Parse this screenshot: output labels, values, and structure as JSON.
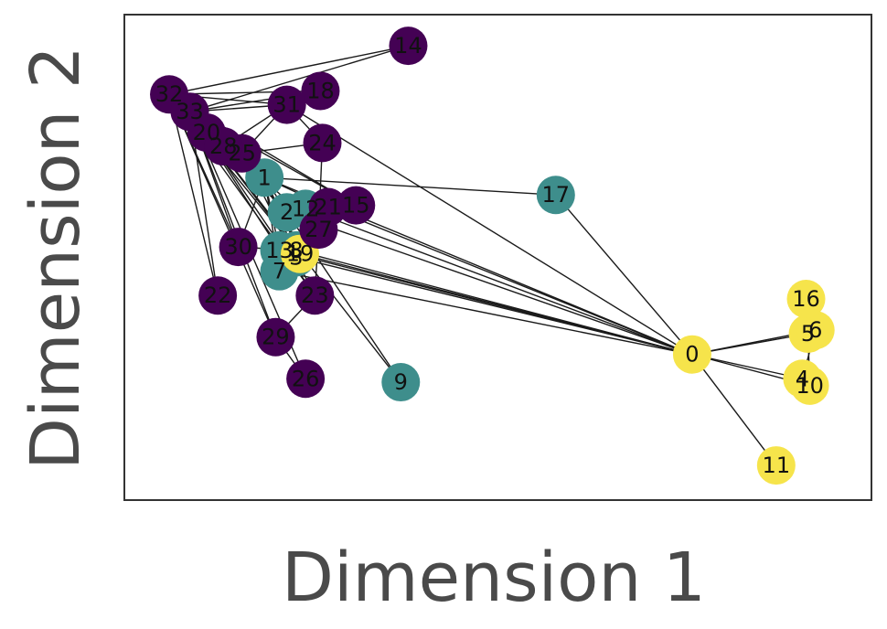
{
  "chart_data": {
    "type": "network-scatter",
    "xlabel": "Dimension 1",
    "ylabel": "Dimension 2",
    "xlim": [
      0,
      20
    ],
    "ylim": [
      0,
      14
    ],
    "ticks": "none",
    "grid": false,
    "legend": "none",
    "colors": {
      "purple": "#440154",
      "teal": "#3e8e8c",
      "yellow": "#f6e44b"
    },
    "nodes": [
      {
        "id": "0",
        "x": 15.2,
        "y": 4.2,
        "group": "yellow"
      },
      {
        "id": "1",
        "x": 3.75,
        "y": 9.3,
        "group": "teal"
      },
      {
        "id": "2",
        "x": 4.35,
        "y": 8.3,
        "group": "teal"
      },
      {
        "id": "3",
        "x": 4.6,
        "y": 7.0,
        "group": "teal"
      },
      {
        "id": "4",
        "x": 18.15,
        "y": 3.5,
        "group": "yellow"
      },
      {
        "id": "5",
        "x": 18.3,
        "y": 4.8,
        "group": "yellow"
      },
      {
        "id": "6",
        "x": 18.5,
        "y": 4.9,
        "group": "yellow"
      },
      {
        "id": "7",
        "x": 4.15,
        "y": 6.6,
        "group": "teal"
      },
      {
        "id": "8",
        "x": 4.6,
        "y": 7.2,
        "group": "teal"
      },
      {
        "id": "9",
        "x": 7.4,
        "y": 3.4,
        "group": "teal"
      },
      {
        "id": "10",
        "x": 18.35,
        "y": 3.3,
        "group": "yellow"
      },
      {
        "id": "11",
        "x": 17.45,
        "y": 1.0,
        "group": "yellow"
      },
      {
        "id": "12",
        "x": 4.85,
        "y": 8.4,
        "group": "teal"
      },
      {
        "id": "13",
        "x": 4.15,
        "y": 7.2,
        "group": "teal"
      },
      {
        "id": "14",
        "x": 7.6,
        "y": 13.1,
        "group": "purple"
      },
      {
        "id": "15",
        "x": 6.2,
        "y": 8.5,
        "group": "purple"
      },
      {
        "id": "16",
        "x": 18.25,
        "y": 5.8,
        "group": "yellow"
      },
      {
        "id": "17",
        "x": 11.55,
        "y": 8.8,
        "group": "teal"
      },
      {
        "id": "18",
        "x": 5.25,
        "y": 11.8,
        "group": "purple"
      },
      {
        "id": "19",
        "x": 4.7,
        "y": 7.1,
        "group": "yellow"
      },
      {
        "id": "20",
        "x": 2.2,
        "y": 10.6,
        "group": "purple"
      },
      {
        "id": "21",
        "x": 5.45,
        "y": 8.45,
        "group": "purple"
      },
      {
        "id": "22",
        "x": 2.5,
        "y": 5.9,
        "group": "purple"
      },
      {
        "id": "23",
        "x": 5.1,
        "y": 5.9,
        "group": "purple"
      },
      {
        "id": "24",
        "x": 5.3,
        "y": 10.3,
        "group": "purple"
      },
      {
        "id": "25",
        "x": 3.15,
        "y": 10.0,
        "group": "purple"
      },
      {
        "id": "26",
        "x": 4.85,
        "y": 3.5,
        "group": "purple"
      },
      {
        "id": "27",
        "x": 5.2,
        "y": 7.8,
        "group": "purple"
      },
      {
        "id": "28",
        "x": 2.65,
        "y": 10.2,
        "group": "purple"
      },
      {
        "id": "29",
        "x": 4.05,
        "y": 4.7,
        "group": "purple"
      },
      {
        "id": "30",
        "x": 3.05,
        "y": 7.3,
        "group": "purple"
      },
      {
        "id": "31",
        "x": 4.35,
        "y": 11.4,
        "group": "purple"
      },
      {
        "id": "32",
        "x": 1.2,
        "y": 11.7,
        "group": "purple"
      },
      {
        "id": "33",
        "x": 1.75,
        "y": 11.2,
        "group": "purple"
      }
    ],
    "edges": [
      [
        "0",
        "1"
      ],
      [
        "0",
        "2"
      ],
      [
        "0",
        "3"
      ],
      [
        "0",
        "4"
      ],
      [
        "0",
        "5"
      ],
      [
        "0",
        "6"
      ],
      [
        "0",
        "7"
      ],
      [
        "0",
        "8"
      ],
      [
        "0",
        "10"
      ],
      [
        "0",
        "11"
      ],
      [
        "0",
        "12"
      ],
      [
        "0",
        "13"
      ],
      [
        "0",
        "17"
      ],
      [
        "0",
        "19"
      ],
      [
        "0",
        "21"
      ],
      [
        "0",
        "31"
      ],
      [
        "1",
        "2"
      ],
      [
        "1",
        "3"
      ],
      [
        "1",
        "7"
      ],
      [
        "1",
        "13"
      ],
      [
        "1",
        "17"
      ],
      [
        "1",
        "19"
      ],
      [
        "1",
        "21"
      ],
      [
        "1",
        "30"
      ],
      [
        "2",
        "3"
      ],
      [
        "2",
        "7"
      ],
      [
        "2",
        "8"
      ],
      [
        "2",
        "9"
      ],
      [
        "2",
        "13"
      ],
      [
        "2",
        "27"
      ],
      [
        "2",
        "28"
      ],
      [
        "2",
        "32"
      ],
      [
        "3",
        "7"
      ],
      [
        "3",
        "12"
      ],
      [
        "3",
        "13"
      ],
      [
        "4",
        "6"
      ],
      [
        "4",
        "10"
      ],
      [
        "5",
        "6"
      ],
      [
        "5",
        "10"
      ],
      [
        "5",
        "16"
      ],
      [
        "6",
        "16"
      ],
      [
        "8",
        "30"
      ],
      [
        "8",
        "32"
      ],
      [
        "8",
        "33"
      ],
      [
        "9",
        "33"
      ],
      [
        "13",
        "33"
      ],
      [
        "14",
        "32"
      ],
      [
        "14",
        "33"
      ],
      [
        "15",
        "32"
      ],
      [
        "15",
        "33"
      ],
      [
        "18",
        "32"
      ],
      [
        "18",
        "33"
      ],
      [
        "19",
        "33"
      ],
      [
        "20",
        "32"
      ],
      [
        "20",
        "33"
      ],
      [
        "22",
        "32"
      ],
      [
        "22",
        "33"
      ],
      [
        "23",
        "25"
      ],
      [
        "23",
        "27"
      ],
      [
        "23",
        "29"
      ],
      [
        "23",
        "32"
      ],
      [
        "23",
        "33"
      ],
      [
        "24",
        "25"
      ],
      [
        "24",
        "27"
      ],
      [
        "24",
        "31"
      ],
      [
        "25",
        "31"
      ],
      [
        "26",
        "29"
      ],
      [
        "26",
        "33"
      ],
      [
        "27",
        "33"
      ],
      [
        "28",
        "31"
      ],
      [
        "28",
        "33"
      ],
      [
        "29",
        "32"
      ],
      [
        "29",
        "33"
      ],
      [
        "30",
        "32"
      ],
      [
        "30",
        "33"
      ],
      [
        "31",
        "32"
      ],
      [
        "31",
        "33"
      ],
      [
        "32",
        "33"
      ]
    ]
  }
}
